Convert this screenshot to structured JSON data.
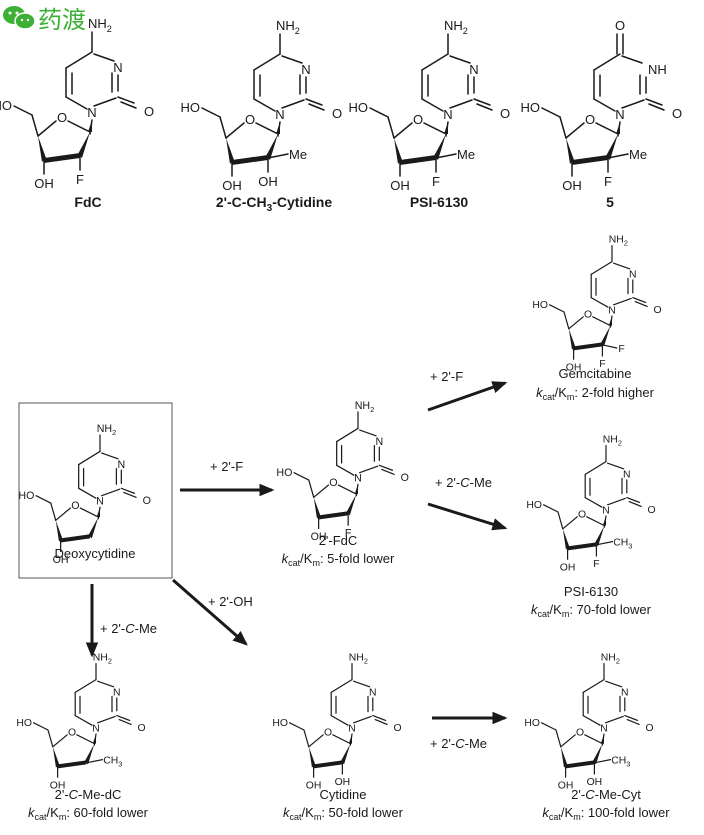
{
  "logo": {
    "text": "药渡",
    "color": "#3cb034"
  },
  "top_row": [
    {
      "id": "fdc",
      "name": "FdC",
      "sub": {
        "oh3": "OH",
        "x2": "F"
      }
    },
    {
      "id": "cmecyt",
      "name_parts": [
        "2'-C-CH",
        "3",
        "-Cytidine"
      ],
      "sub": {
        "oh3": "OH",
        "x2": "OH",
        "me": "Me"
      }
    },
    {
      "id": "psi",
      "name": "PSI-6130",
      "sub": {
        "oh3": "OH",
        "x2": "F",
        "me": "Me"
      }
    },
    {
      "id": "five",
      "name": "5",
      "sub": {
        "oh3": "OH",
        "x2": "F",
        "me": "Me"
      }
    }
  ],
  "atoms": {
    "nh2": "NH",
    "nh2_sub": "2",
    "n": "N",
    "o": "O",
    "nh": "NH",
    "ho": "HO",
    "oh": "OH",
    "f": "F",
    "me": "Me",
    "ch3": "CH",
    "ch3_sub": "3"
  },
  "scheme": {
    "start": {
      "name": "Deoxycytidine"
    },
    "products": [
      {
        "id": "fdc2",
        "name": "2'-FdC",
        "kinetics": ": 5-fold lower"
      },
      {
        "id": "gem",
        "name": "Gemcitabine",
        "kinetics": ": 2-fold higher"
      },
      {
        "id": "psi2",
        "name": "PSI-6130",
        "kinetics": ": 70-fold lower"
      },
      {
        "id": "medc",
        "name_parts": [
          "2'-",
          "C",
          "-Me-dC"
        ],
        "kinetics": ": 60-fold lower"
      },
      {
        "id": "cyt",
        "name": "Cytidine",
        "kinetics": ": 50-fold lower"
      },
      {
        "id": "mecyt",
        "name_parts": [
          "2'-",
          "C",
          "-Me-Cyt"
        ],
        "kinetics": ": 100-fold lower"
      }
    ],
    "kin_label": {
      "k": "k",
      "cat": "cat",
      "slash": "/K",
      "m": "m"
    },
    "arrows": {
      "a_2f": "+ 2'-F",
      "a_2f_2": "+ 2'-F",
      "a_cme_parts": [
        "+ 2'-",
        "C",
        "-Me"
      ],
      "a_cme_down_parts": [
        "+ 2'-",
        "C",
        "-Me"
      ],
      "a_oh": "+ 2'-OH",
      "a_cme_right_parts": [
        "+ 2'-",
        "C",
        "-Me"
      ]
    }
  }
}
